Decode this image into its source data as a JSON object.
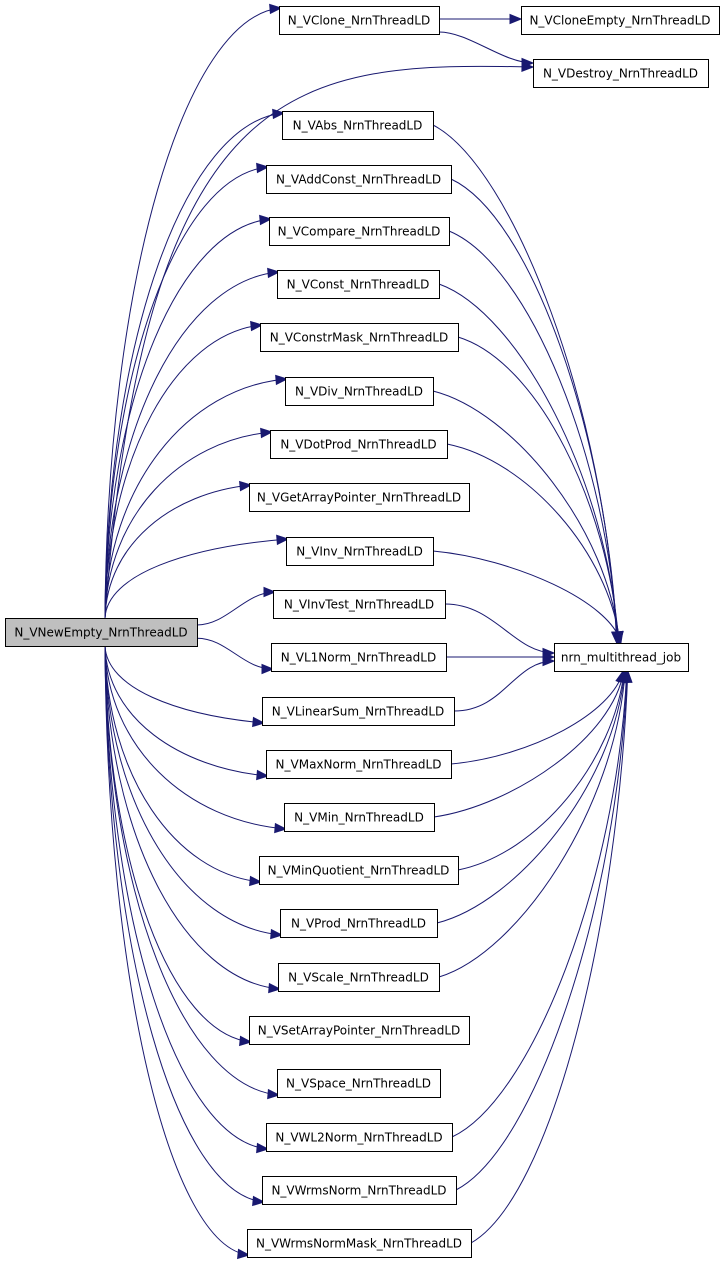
{
  "graph": {
    "root": "N_VNewEmpty_NrnThreadLD",
    "nodes": [
      {
        "id": "root",
        "label": "N_VNewEmpty_NrnThreadLD",
        "highlighted": true
      },
      {
        "id": "clone",
        "label": "N_VClone_NrnThreadLD"
      },
      {
        "id": "cloneempty",
        "label": "N_VCloneEmpty_NrnThreadLD"
      },
      {
        "id": "destroy",
        "label": "N_VDestroy_NrnThreadLD"
      },
      {
        "id": "abs",
        "label": "N_VAbs_NrnThreadLD"
      },
      {
        "id": "addconst",
        "label": "N_VAddConst_NrnThreadLD"
      },
      {
        "id": "compare",
        "label": "N_VCompare_NrnThreadLD"
      },
      {
        "id": "const",
        "label": "N_VConst_NrnThreadLD"
      },
      {
        "id": "constrmask",
        "label": "N_VConstrMask_NrnThreadLD"
      },
      {
        "id": "div",
        "label": "N_VDiv_NrnThreadLD"
      },
      {
        "id": "dotprod",
        "label": "N_VDotProd_NrnThreadLD"
      },
      {
        "id": "getarraypointer",
        "label": "N_VGetArrayPointer_NrnThreadLD"
      },
      {
        "id": "inv",
        "label": "N_VInv_NrnThreadLD"
      },
      {
        "id": "invtest",
        "label": "N_VInvTest_NrnThreadLD"
      },
      {
        "id": "l1norm",
        "label": "N_VL1Norm_NrnThreadLD"
      },
      {
        "id": "linearsum",
        "label": "N_VLinearSum_NrnThreadLD"
      },
      {
        "id": "maxnorm",
        "label": "N_VMaxNorm_NrnThreadLD"
      },
      {
        "id": "min",
        "label": "N_VMin_NrnThreadLD"
      },
      {
        "id": "minquotient",
        "label": "N_VMinQuotient_NrnThreadLD"
      },
      {
        "id": "prod",
        "label": "N_VProd_NrnThreadLD"
      },
      {
        "id": "scale",
        "label": "N_VScale_NrnThreadLD"
      },
      {
        "id": "setarraypointer",
        "label": "N_VSetArrayPointer_NrnThreadLD"
      },
      {
        "id": "space",
        "label": "N_VSpace_NrnThreadLD"
      },
      {
        "id": "wl2norm",
        "label": "N_VWL2Norm_NrnThreadLD"
      },
      {
        "id": "wrmsnorm",
        "label": "N_VWrmsNorm_NrnThreadLD"
      },
      {
        "id": "wrmsnormmask",
        "label": "N_VWrmsNormMask_NrnThreadLD"
      },
      {
        "id": "job",
        "label": "nrn_multithread_job"
      }
    ],
    "edges": [
      [
        "root",
        "clone"
      ],
      [
        "root",
        "destroy"
      ],
      [
        "root",
        "abs"
      ],
      [
        "root",
        "addconst"
      ],
      [
        "root",
        "compare"
      ],
      [
        "root",
        "const"
      ],
      [
        "root",
        "constrmask"
      ],
      [
        "root",
        "div"
      ],
      [
        "root",
        "dotprod"
      ],
      [
        "root",
        "getarraypointer"
      ],
      [
        "root",
        "inv"
      ],
      [
        "root",
        "invtest"
      ],
      [
        "root",
        "l1norm"
      ],
      [
        "root",
        "linearsum"
      ],
      [
        "root",
        "maxnorm"
      ],
      [
        "root",
        "min"
      ],
      [
        "root",
        "minquotient"
      ],
      [
        "root",
        "prod"
      ],
      [
        "root",
        "scale"
      ],
      [
        "root",
        "setarraypointer"
      ],
      [
        "root",
        "space"
      ],
      [
        "root",
        "wl2norm"
      ],
      [
        "root",
        "wrmsnorm"
      ],
      [
        "root",
        "wrmsnormmask"
      ],
      [
        "clone",
        "cloneempty"
      ],
      [
        "clone",
        "destroy"
      ],
      [
        "abs",
        "job"
      ],
      [
        "addconst",
        "job"
      ],
      [
        "compare",
        "job"
      ],
      [
        "const",
        "job"
      ],
      [
        "constrmask",
        "job"
      ],
      [
        "div",
        "job"
      ],
      [
        "dotprod",
        "job"
      ],
      [
        "inv",
        "job"
      ],
      [
        "invtest",
        "job"
      ],
      [
        "l1norm",
        "job"
      ],
      [
        "linearsum",
        "job"
      ],
      [
        "maxnorm",
        "job"
      ],
      [
        "min",
        "job"
      ],
      [
        "minquotient",
        "job"
      ],
      [
        "prod",
        "job"
      ],
      [
        "scale",
        "job"
      ],
      [
        "wl2norm",
        "job"
      ],
      [
        "wrmsnorm",
        "job"
      ],
      [
        "wrmsnormmask",
        "job"
      ]
    ],
    "colors": {
      "edge": "#191970",
      "root_fill": "#bfbfbf",
      "node_fill": "#ffffff",
      "border": "#000000"
    }
  }
}
